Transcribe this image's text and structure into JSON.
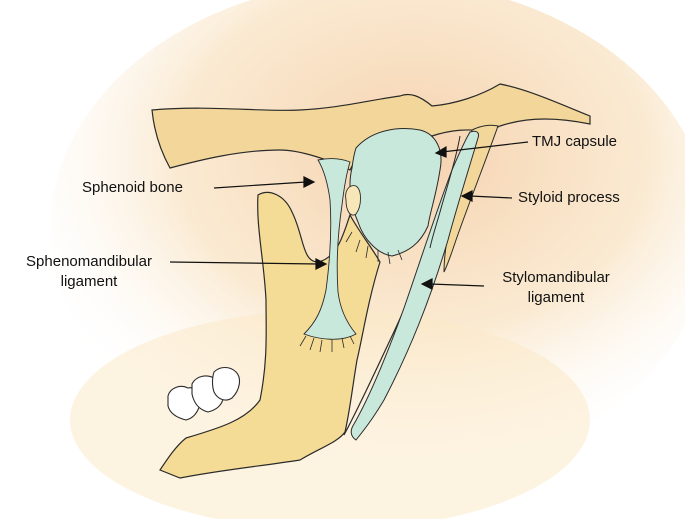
{
  "labels": {
    "tmj_capsule": "TMJ capsule",
    "sphenoid_bone": "Sphenoid bone",
    "styloid_process": "Styloid process",
    "sphenomandibular_line1": "Sphenomandibular",
    "sphenomandibular_line2": "ligament",
    "stylomandibular_line1": "Stylomandibular",
    "stylomandibular_line2": "ligament"
  },
  "colors": {
    "bone": "#f5dc96",
    "bone_light": "#f7e6b8",
    "background_glow": "#f3c79a",
    "ligament": "#c9e8dc",
    "outline": "#2a2a2a",
    "tooth": "#ffffff"
  }
}
